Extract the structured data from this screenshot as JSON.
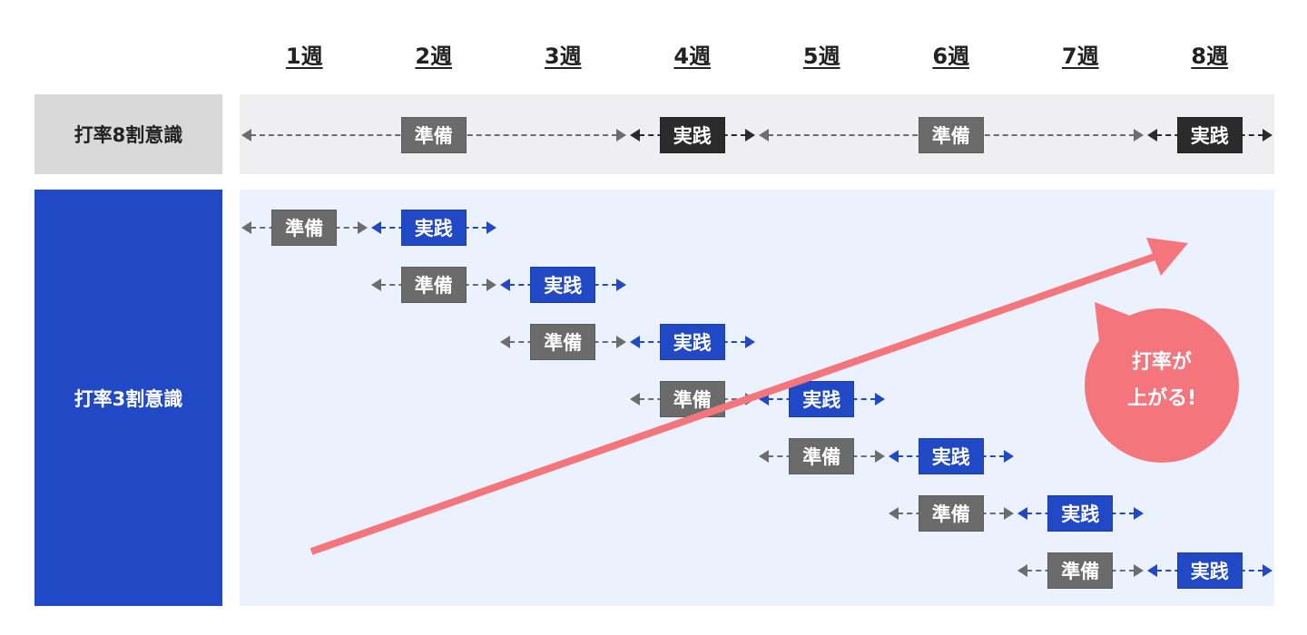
{
  "weeks": [
    "1週",
    "2週",
    "3週",
    "4週",
    "5週",
    "6週",
    "7週",
    "8週"
  ],
  "rows": [
    {
      "label": "打率8割意識"
    },
    {
      "label": "打率3割意識"
    }
  ],
  "segments_top": [
    {
      "start": 1,
      "end": 3,
      "label": "準備",
      "kind": "prep"
    },
    {
      "start": 4,
      "end": 4,
      "label": "実践",
      "kind": "prac"
    },
    {
      "start": 5,
      "end": 7,
      "label": "準備",
      "kind": "prep"
    },
    {
      "start": 8,
      "end": 8,
      "label": "実践",
      "kind": "prac"
    }
  ],
  "segments_bottom": [
    {
      "row": 1,
      "start": 1,
      "end": 1,
      "label": "準備",
      "kind": "prep"
    },
    {
      "row": 1,
      "start": 2,
      "end": 2,
      "label": "実践",
      "kind": "pracb"
    },
    {
      "row": 2,
      "start": 2,
      "end": 2,
      "label": "準備",
      "kind": "prep"
    },
    {
      "row": 2,
      "start": 3,
      "end": 3,
      "label": "実践",
      "kind": "pracb"
    },
    {
      "row": 3,
      "start": 3,
      "end": 3,
      "label": "準備",
      "kind": "prep"
    },
    {
      "row": 3,
      "start": 4,
      "end": 4,
      "label": "実践",
      "kind": "pracb"
    },
    {
      "row": 4,
      "start": 4,
      "end": 4,
      "label": "準備",
      "kind": "prep"
    },
    {
      "row": 4,
      "start": 5,
      "end": 5,
      "label": "実践",
      "kind": "pracb"
    },
    {
      "row": 5,
      "start": 5,
      "end": 5,
      "label": "準備",
      "kind": "prep"
    },
    {
      "row": 5,
      "start": 6,
      "end": 6,
      "label": "実践",
      "kind": "pracb"
    },
    {
      "row": 6,
      "start": 6,
      "end": 6,
      "label": "準備",
      "kind": "prep"
    },
    {
      "row": 6,
      "start": 7,
      "end": 7,
      "label": "実践",
      "kind": "pracb"
    },
    {
      "row": 7,
      "start": 7,
      "end": 7,
      "label": "準備",
      "kind": "prep"
    },
    {
      "row": 7,
      "start": 8,
      "end": 8,
      "label": "実践",
      "kind": "pracb"
    }
  ],
  "callout": {
    "line1": "打率が",
    "line2": "上がる!"
  },
  "colors": {
    "blue": "#2149c6",
    "pink": "#f4767c",
    "gray_panel": "#efeff1",
    "blue_panel": "#ebf1fd"
  }
}
